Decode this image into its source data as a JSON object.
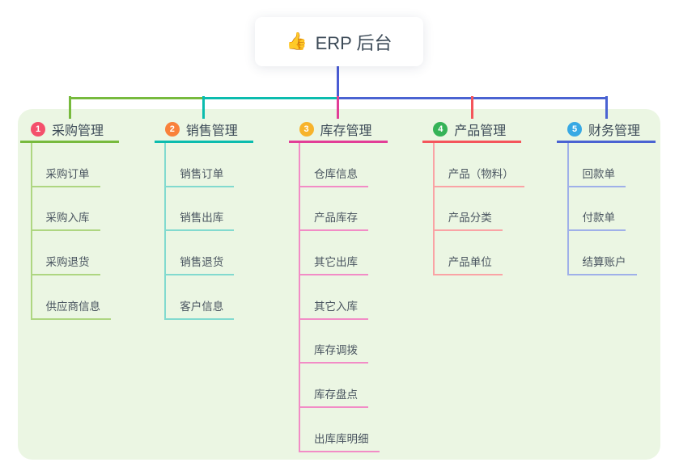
{
  "root": {
    "icon": "thumbs-up-icon",
    "icon_char": "👍",
    "label": "ERP 后台"
  },
  "colors": {
    "page_bg": "#ffffff",
    "panel_bg": "#ebf6e3",
    "card_bg": "#ffffff",
    "root_line": "#4a5cd4",
    "header_text": "#3c4a57",
    "child_text": "#4a5560",
    "badge_text": "#ffffff"
  },
  "branches": [
    {
      "badge": "1",
      "badge_color": "#f4506c",
      "label": "采购管理",
      "line_color": "#77ba3d",
      "child_line_color": "#aed681",
      "children": [
        "采购订单",
        "采购入库",
        "采购退货",
        "供应商信息"
      ]
    },
    {
      "badge": "2",
      "badge_color": "#f9813b",
      "label": "销售管理",
      "line_color": "#0bbcae",
      "child_line_color": "#82dacf",
      "children": [
        "销售订单",
        "销售出库",
        "销售退货",
        "客户信息"
      ]
    },
    {
      "badge": "3",
      "badge_color": "#f7b32b",
      "label": "库存管理",
      "line_color": "#e23e97",
      "child_line_color": "#f28cc6",
      "children": [
        "仓库信息",
        "产品库存",
        "其它出库",
        "其它入库",
        "库存调拨",
        "库存盘点",
        "出库库明细"
      ]
    },
    {
      "badge": "4",
      "badge_color": "#35b357",
      "label": "产品管理",
      "line_color": "#f4555b",
      "child_line_color": "#faa3a5",
      "children": [
        "产品（物料）",
        "产品分类",
        "产品单位"
      ]
    },
    {
      "badge": "5",
      "badge_color": "#38a9e4",
      "label": "财务管理",
      "line_color": "#4a63d2",
      "child_line_color": "#9fb0e9",
      "children": [
        "回款单",
        "付款单",
        "结算账户"
      ]
    }
  ]
}
